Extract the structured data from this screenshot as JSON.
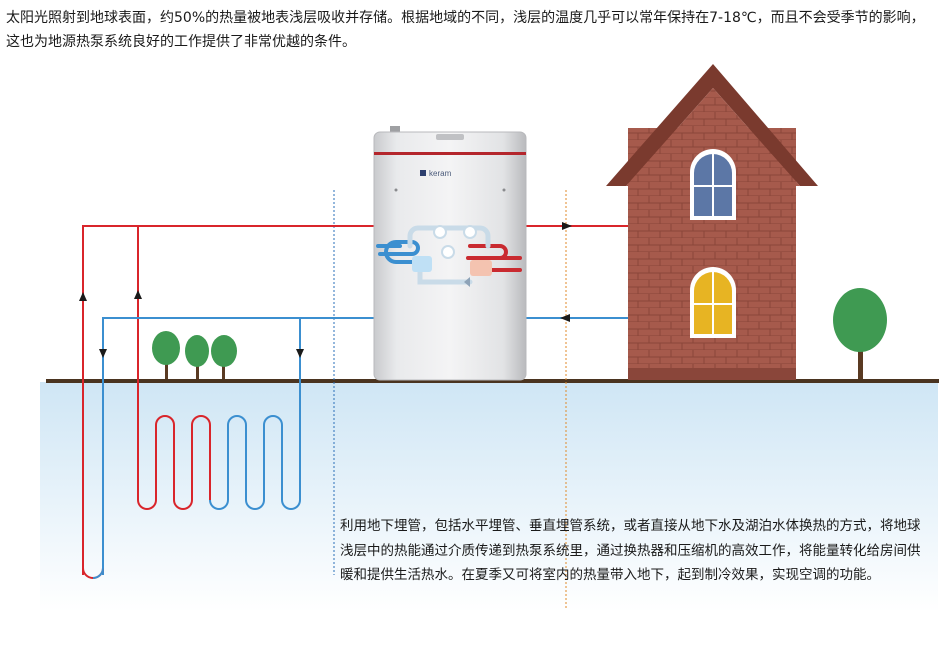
{
  "intro_text": "太阳光照射到地球表面，约50%的热量被地表浅层吸收并存储。根据地域的不同，浅层的温度几乎可以常年保持在7-18℃，而且不会受季节的影响，这也为地源热泵系统良好的工作提供了非常优越的条件。",
  "description_text": "利用地下埋管，包括水平埋管、垂直埋管系统，或者直接从地下水及湖泊水体换热的方式，将地球浅层中的热能通过介质传递到热泵系统里，通过换热器和压缩机的高效工作，将能量转化给房间供暖和提供生活热水。在夏季又可将室内的热量带入地下，起到制冷效果，实现空调的功能。",
  "brand_label": "keram",
  "colors": {
    "hot_pipe": "#d9252b",
    "cold_pipe": "#3b8fd0",
    "ground_line": "#4a3420",
    "soil_top": "#cfe6f5",
    "brick": "#a2574a",
    "roof": "#7a3a2e",
    "tree": "#3f9a52",
    "window_blue": "#5c77a6",
    "window_yellow": "#e7b423",
    "unit_body": "#e3e4e6"
  },
  "icons": [
    "tree-icon",
    "house-icon",
    "heat-pump-unit-icon",
    "arrow-up-icon",
    "arrow-down-icon",
    "arrow-right-icon",
    "arrow-left-icon"
  ]
}
